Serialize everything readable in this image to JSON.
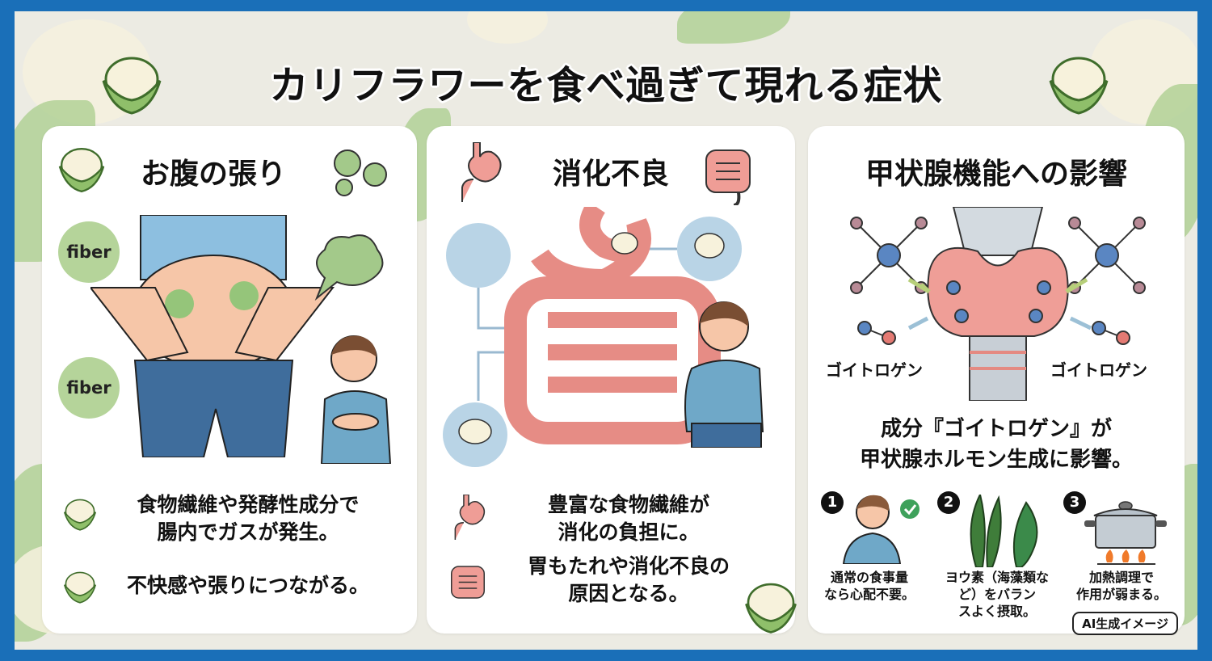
{
  "title": "カリフラワーを食べ過ぎて現れる症状",
  "colors": {
    "border": "#1a6fb8",
    "background": "#ecebe3",
    "card": "#ffffff",
    "green": "#8fbf6a",
    "pink": "#e98a84",
    "blue": "#5a86c2"
  },
  "cards": [
    {
      "title": "お腹の張り",
      "icons": [
        "cauliflower-icon",
        "gas-cloud-icon"
      ],
      "illustration_labels": [
        "fiber",
        "fiber"
      ],
      "bullets": [
        {
          "icon": "cauliflower-icon",
          "lines": [
            "食物繊維や発酵性成分で",
            "腸内でガスが発生。"
          ]
        },
        {
          "icon": "cauliflower-icon",
          "lines": [
            "不快感や張りにつながる。"
          ]
        }
      ]
    },
    {
      "title": "消化不良",
      "icons": [
        "stomach-icon",
        "intestine-icon"
      ],
      "bullets": [
        {
          "icon": "stomach-icon",
          "lines": [
            "豊富な食物繊維が",
            "消化の負担に。"
          ]
        },
        {
          "icon": "intestine-icon",
          "lines": [
            "胃もたれや消化不良の",
            "原因となる。"
          ]
        }
      ]
    },
    {
      "title": "甲状腺機能への影響",
      "diagram_labels": [
        "ゴイトロゲン",
        "ゴイトロゲン"
      ],
      "summary": [
        "成分『ゴイトロゲン』が",
        "甲状腺ホルモン生成に影響。"
      ],
      "tips": [
        {
          "number": "1",
          "icon": "person-check-icon",
          "lines": [
            "通常の食事量",
            "なら心配不要。"
          ]
        },
        {
          "number": "2",
          "icon": "seaweed-icon",
          "lines": [
            "ヨウ素（海藻類な",
            "ど）をバラン",
            "スよく摂取。"
          ]
        },
        {
          "number": "3",
          "icon": "cooking-pot-icon",
          "lines": [
            "加熱調理で",
            "作用が弱まる。"
          ]
        }
      ]
    }
  ],
  "badge": "AI生成イメージ"
}
